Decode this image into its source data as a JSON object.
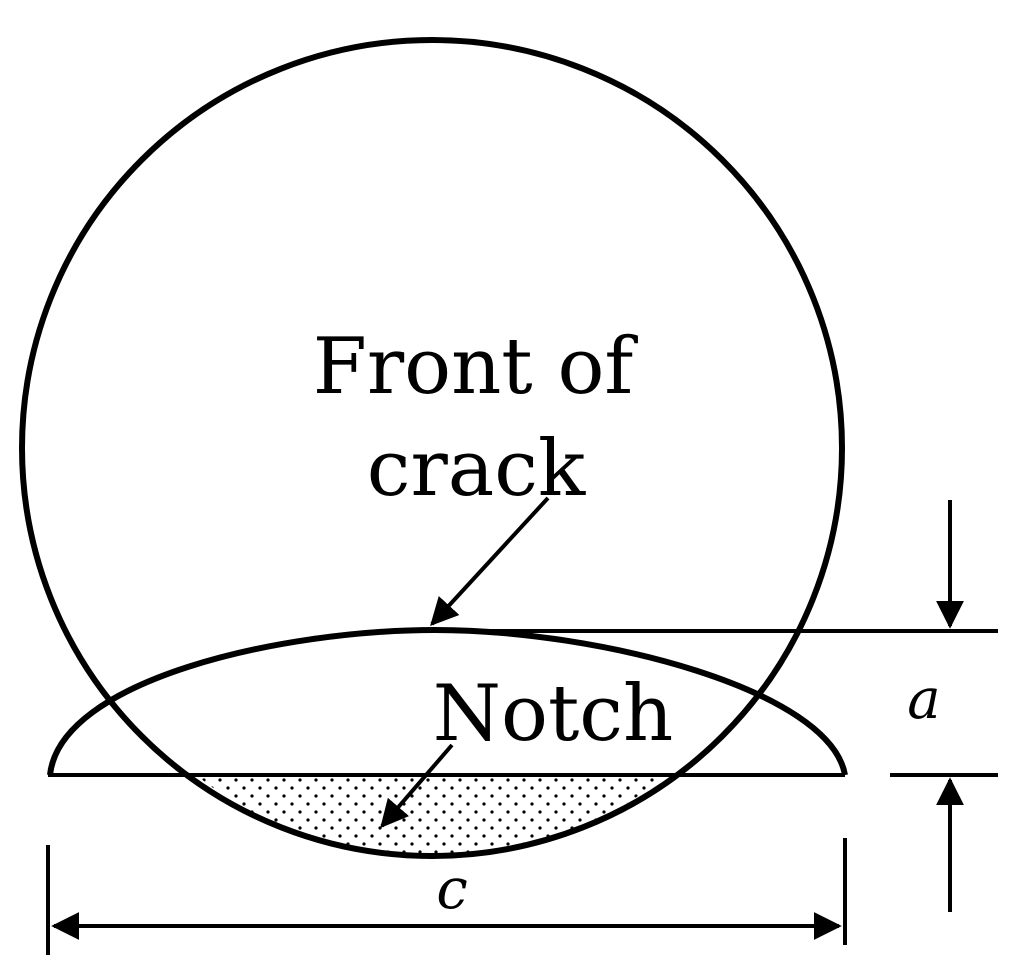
{
  "labels": {
    "front_line1": "Front of",
    "front_line2": "crack",
    "notch": "Notch",
    "dim_a": "a",
    "dim_c": "c"
  },
  "colors": {
    "ink": "#000000",
    "background": "#ffffff"
  }
}
